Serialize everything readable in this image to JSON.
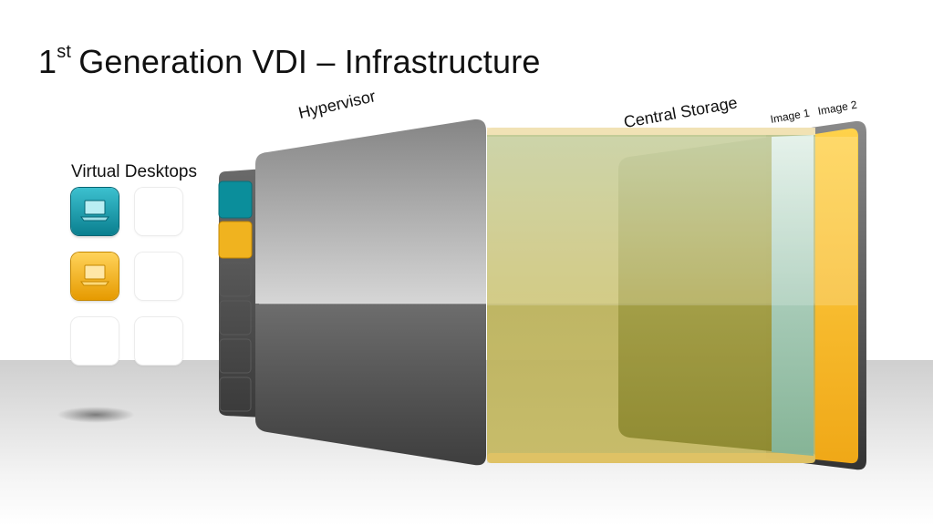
{
  "slide": {
    "title_number": "1",
    "title_superscript": "st",
    "title_rest": "Generation VDI – Infrastructure"
  },
  "labels": {
    "virtual_desktops": "Virtual Desktops",
    "hypervisor": "Hypervisor",
    "central_storage": "Central Storage",
    "image1": "Image 1",
    "image2": "Image 2"
  },
  "desktops": [
    {
      "color": "teal",
      "icon": "laptop-icon"
    },
    {
      "color": "blank"
    },
    {
      "color": "amber",
      "icon": "laptop-icon"
    },
    {
      "color": "blank"
    },
    {
      "color": "blank"
    },
    {
      "color": "blank"
    }
  ],
  "hypervisor_slots": [
    "teal",
    "amber",
    "empty",
    "empty",
    "empty",
    "empty"
  ],
  "colors": {
    "teal": "#0a8c9a",
    "amber": "#f2b21e",
    "storage": "#c9c066"
  }
}
